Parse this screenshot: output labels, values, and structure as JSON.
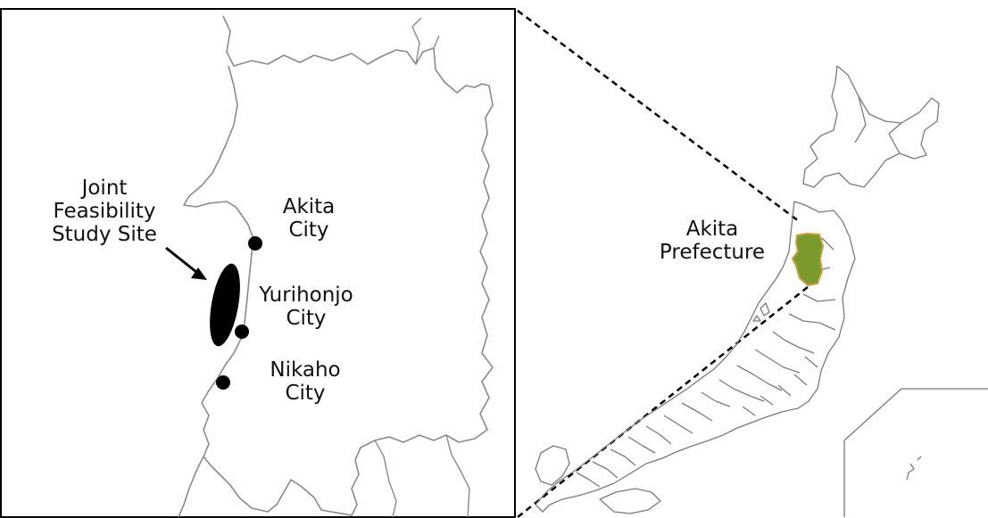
{
  "inset": {
    "site_label": [
      "Joint",
      "Feasibility",
      "Study Site"
    ],
    "cities": [
      {
        "line1": "Akita",
        "line2": "City"
      },
      {
        "line1": "Yurihonjo",
        "line2": "City"
      },
      {
        "line1": "Nikaho",
        "line2": "City"
      }
    ]
  },
  "overview": {
    "prefecture_label": [
      "Akita",
      "Prefecture"
    ],
    "highlight_color": "#7a9a2e",
    "highlight_border": "#c8a040"
  }
}
